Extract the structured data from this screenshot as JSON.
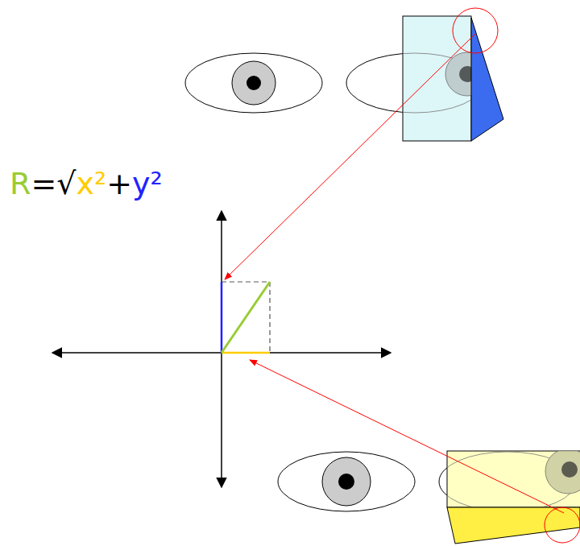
{
  "diagram": {
    "labels": [
      "R",
      "=√",
      "x²",
      "+",
      "y²"
    ]
  }
}
